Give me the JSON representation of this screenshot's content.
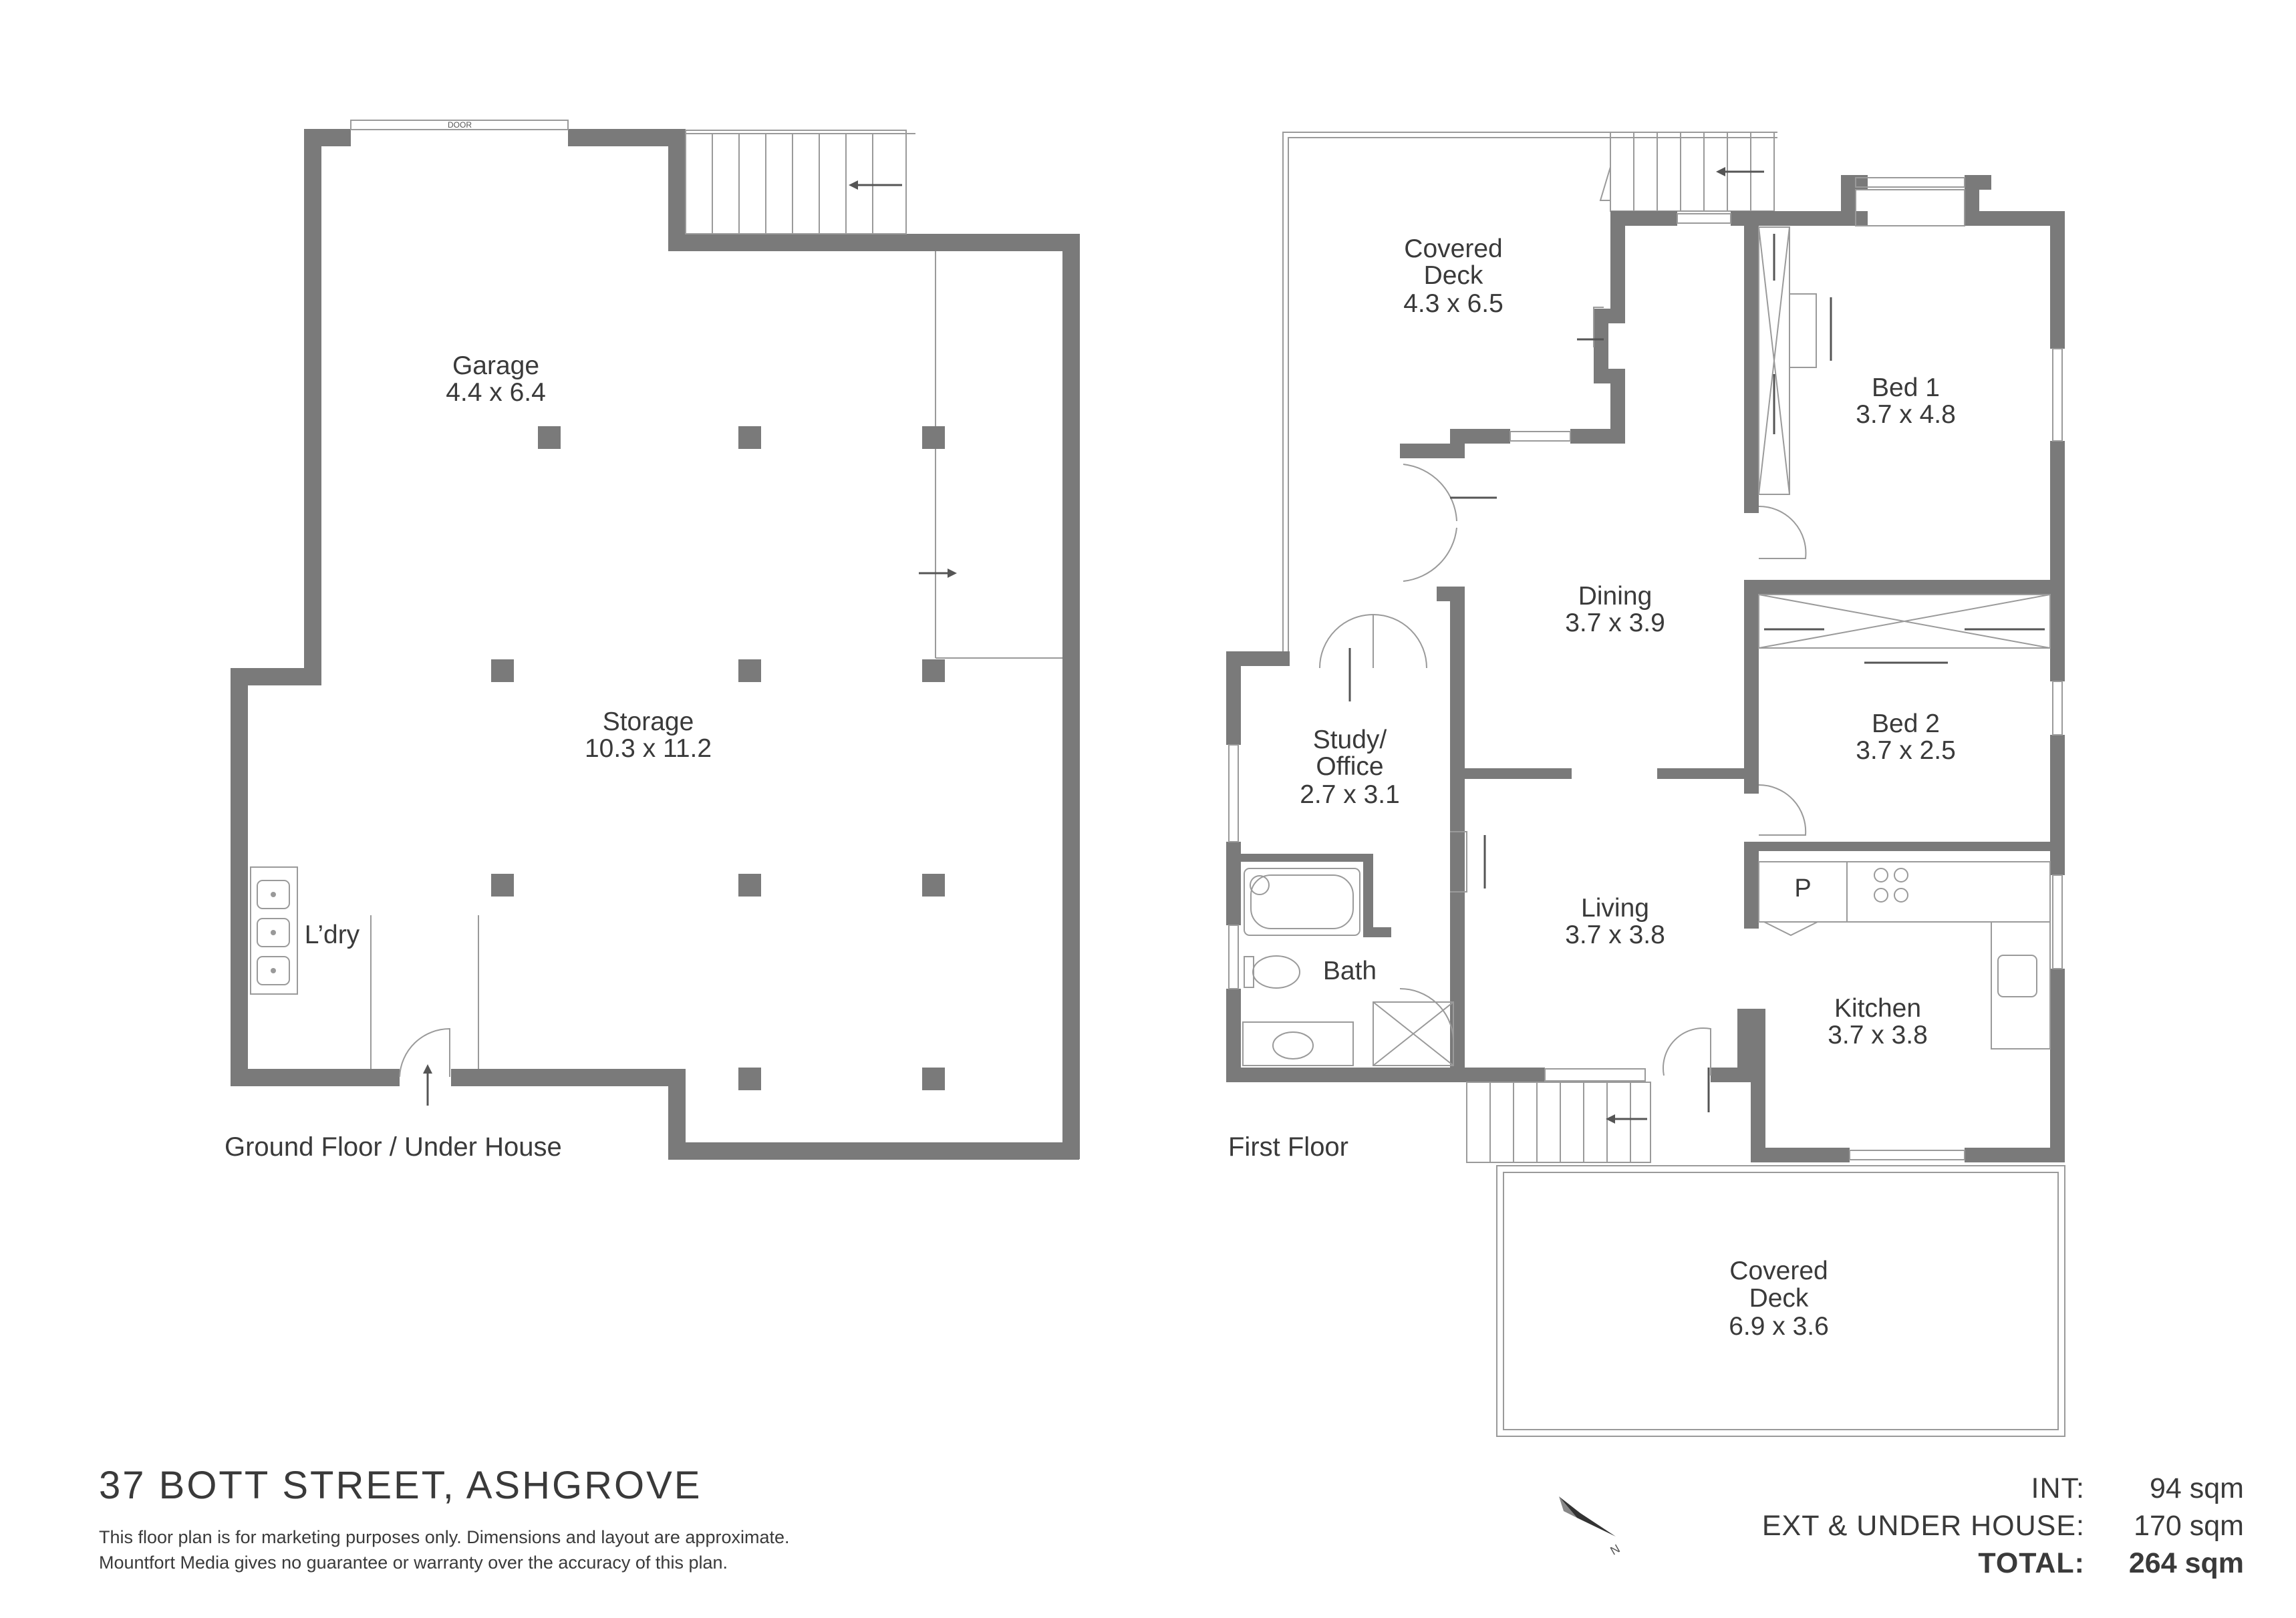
{
  "address": "37 BOTT STREET, ASHGROVE",
  "disclaimer": {
    "line1": "This floor plan is for marketing purposes only. Dimensions and layout are approximate.",
    "line2": "Mountfort Media gives no guarantee or warranty over the accuracy of this plan."
  },
  "areas": {
    "int_label": "INT:",
    "int_value": "94 sqm",
    "ext_label": "EXT & UNDER HOUSE:",
    "ext_value": "170 sqm",
    "total_label": "TOTAL:",
    "total_value": "264 sqm"
  },
  "ground_floor": {
    "caption": "Ground Floor / Under House",
    "door_tag": "DOOR",
    "garage": {
      "name": "Garage",
      "size": "4.4 x 6.4"
    },
    "storage": {
      "name": "Storage",
      "size": "10.3 x 11.2"
    },
    "laundry": {
      "name": "L’dry"
    }
  },
  "first_floor": {
    "caption": "First Floor",
    "covered_deck_top": {
      "name1": "Covered",
      "name2": "Deck",
      "size": "4.3 x 6.5"
    },
    "bed1": {
      "name": "Bed 1",
      "size": "3.7 x 4.8"
    },
    "dining": {
      "name": "Dining",
      "size": "3.7 x 3.9"
    },
    "bed2": {
      "name": "Bed 2",
      "size": "3.7 x 2.5"
    },
    "study": {
      "name1": "Study/",
      "name2": "Office",
      "size": "2.7 x 3.1"
    },
    "living": {
      "name": "Living",
      "size": "3.7 x 3.8"
    },
    "bath": {
      "name": "Bath"
    },
    "kitchen": {
      "name": "Kitchen",
      "size": "3.7 x 3.8"
    },
    "pantry": {
      "name": "P"
    },
    "covered_deck_bottom": {
      "name1": "Covered",
      "name2": "Deck",
      "size": "6.9 x 3.6"
    }
  },
  "compass": {
    "label": "N"
  },
  "colors": {
    "wall": "#7a7a7a",
    "text": "#3a3a3a",
    "background": "#ffffff"
  }
}
